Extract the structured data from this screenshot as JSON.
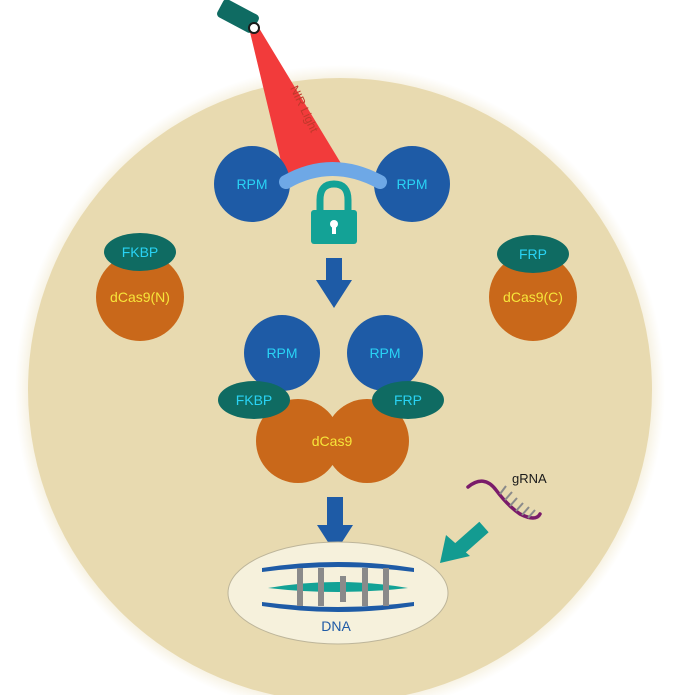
{
  "labels": {
    "nir_light": "NIR Light",
    "rpm_left": "RPM",
    "rpm_right": "RPM",
    "fkbp_left": "FKBP",
    "dcas9_n": "dCas9(N)",
    "frp_right": "FRP",
    "dcas9_c": "dCas9(C)",
    "rpm_complex_left": "RPM",
    "rpm_complex_right": "RPM",
    "fkbp_complex": "FKBP",
    "frp_complex": "FRP",
    "dcas9_complex": "dCas9",
    "grna": "gRNA",
    "dna": "DNA"
  },
  "colors": {
    "cell_fill": "#e8dab0",
    "rpm_blue": "#1e5ba6",
    "fkbp_teal": "#0f6b62",
    "dcas9_orange": "#c9681a",
    "nir_red": "#f23b3b",
    "light_blue_bar": "#6ea8e6",
    "lock_teal": "#13a296",
    "arrow_blue": "#1e5ba6",
    "arrow_teal": "#139b91",
    "grna_purple": "#7a1b6a",
    "dna_panel": "#f6f1dc"
  },
  "icons": {
    "lamp": "lamp-icon",
    "lock": "padlock-icon"
  }
}
